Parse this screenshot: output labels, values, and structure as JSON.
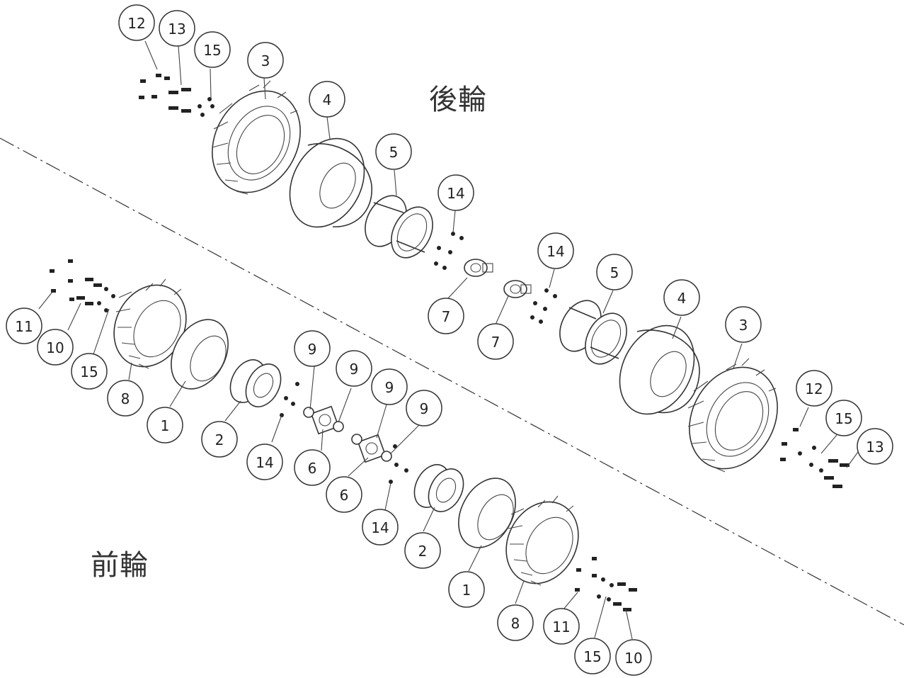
{
  "diagram": {
    "rear_label": "後輪",
    "front_label": "前輪",
    "colors": {
      "line": "#333333",
      "background": "#ffffff"
    }
  },
  "callouts": {
    "rear_12": "12",
    "rear_13": "13",
    "rear_15": "15",
    "rear_3": "3",
    "rear_4": "4",
    "rear_5": "5",
    "rear_14": "14",
    "rear_7a": "7",
    "rear_7b": "7",
    "rear_14b": "14",
    "rear_5b": "5",
    "rear_4b": "4",
    "rear_3b": "3",
    "rear_12b": "12",
    "rear_15b": "15",
    "rear_13b": "13",
    "front_11": "11",
    "front_10": "10",
    "front_15": "15",
    "front_8": "8",
    "front_1": "1",
    "front_2": "2",
    "front_14": "14",
    "front_6": "6",
    "front_9a": "9",
    "front_9b": "9",
    "front_9c": "9",
    "front_9d": "9",
    "front_6b": "6",
    "front_14b": "14",
    "front_2b": "2",
    "front_1b": "1",
    "front_8b": "8",
    "front_11b": "11",
    "front_15b": "15",
    "front_10b": "10"
  }
}
